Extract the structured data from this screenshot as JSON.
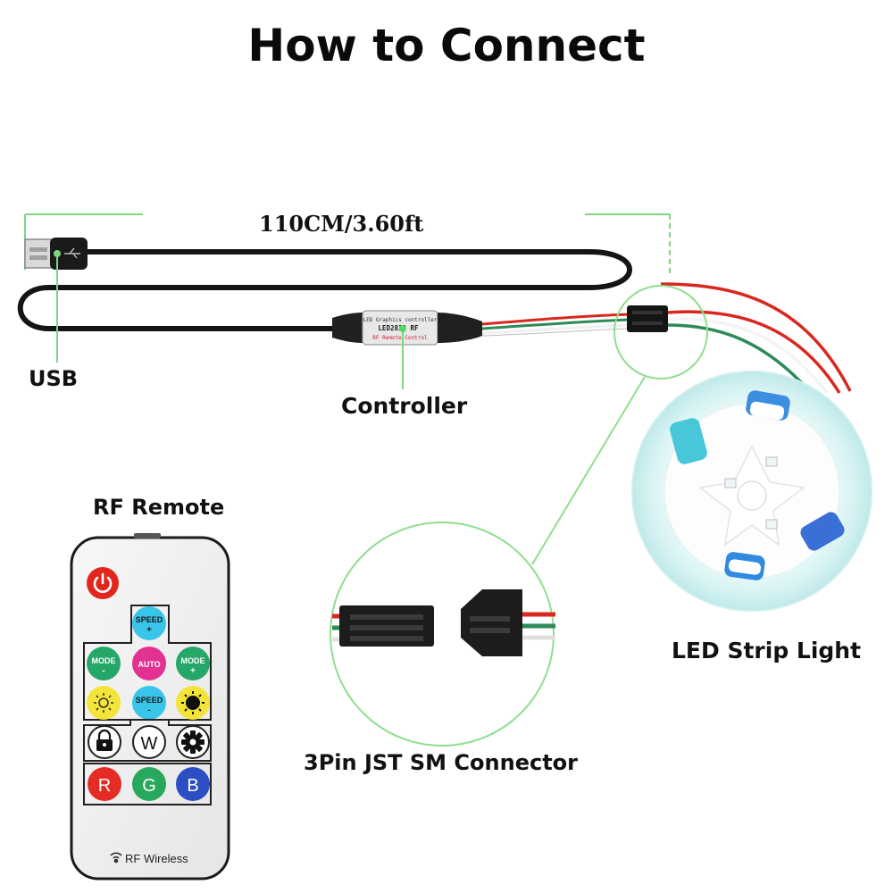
{
  "title": "How to Connect",
  "cable_length": "110CM/3.60ft",
  "labels": {
    "usb": "USB",
    "controller": "Controller",
    "rf_remote": "RF Remote",
    "led_strip": "LED Strip Light",
    "connector": "3Pin JST SM Connector"
  },
  "controller_box": {
    "line1": "LED Graphics controller",
    "line2": "LED2812 RF",
    "line3": "RF Remote Control"
  },
  "remote": {
    "brand": "RF Wireless",
    "buttons": {
      "speed_up": "SPEED",
      "speed_up_sign": "+",
      "mode_left": "MODE",
      "mode_left_sign": "-",
      "auto": "AUTO",
      "mode_right": "MODE",
      "mode_right_sign": "+",
      "speed_down": "SPEED",
      "speed_down_sign": "-",
      "white": "W",
      "red": "R",
      "green": "G",
      "blue": "B"
    }
  },
  "colors": {
    "accent_green": "#7fd67f",
    "cable_black": "#151515",
    "wire_red": "#d8281f",
    "wire_green": "#2e8b57",
    "wire_white": "#f2f2f2",
    "power_red": "#e3261c",
    "speed_cyan": "#39c5ea",
    "mode_green": "#25a768",
    "auto_magenta": "#e23291",
    "bright_yellow": "#f4e43a",
    "r_red": "#e52b25",
    "g_green": "#27a85c",
    "b_blue": "#2b4fc3",
    "strip_glow": "#9ee8e6"
  },
  "icons": [
    "usb-plug-icon",
    "power-icon",
    "brightness-down-icon",
    "brightness-up-icon",
    "lock-icon",
    "gear-icon",
    "wireless-icon"
  ]
}
